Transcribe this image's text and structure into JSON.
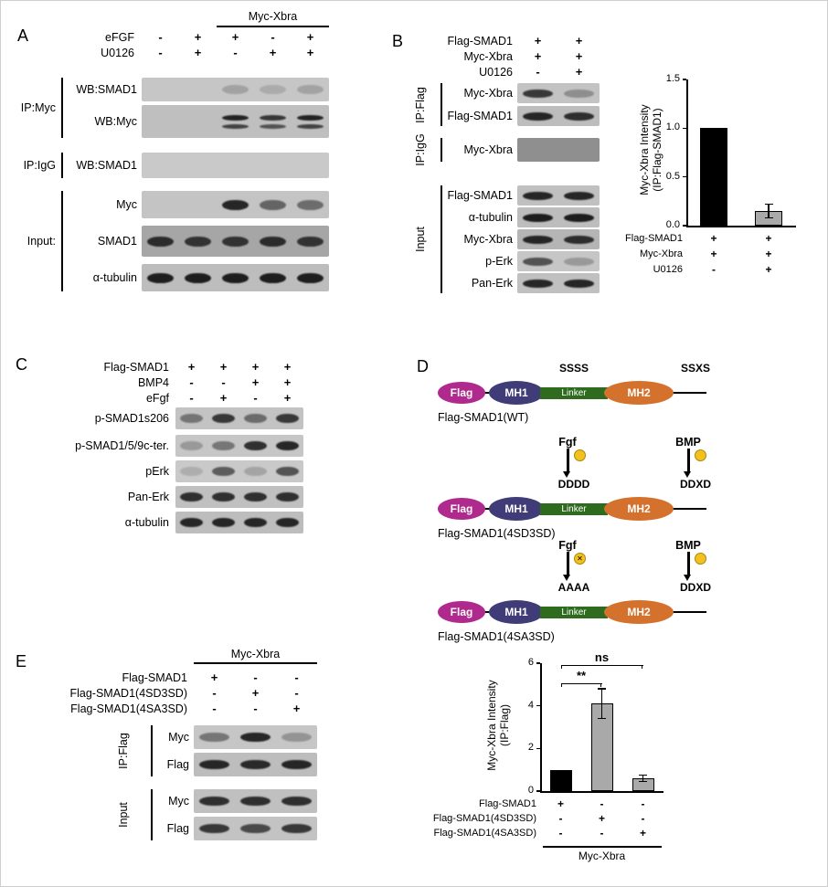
{
  "figure": {
    "bg": "#ffffff",
    "border": "#cfcfcf"
  },
  "panelA": {
    "label": "A",
    "group_header": "Myc-Xbra",
    "conditions": [
      {
        "name": "eFGF",
        "values": [
          "-",
          "+",
          "+",
          "-",
          "+"
        ]
      },
      {
        "name": "U0126",
        "values": [
          "-",
          "+",
          "-",
          "+",
          "+"
        ]
      }
    ],
    "groups": [
      {
        "name": "IP:Myc",
        "rows": [
          {
            "label": "WB:SMAD1",
            "bg": "#c6c6c6",
            "bands": [
              0,
              0,
              0.2,
              0.15,
              0.2
            ]
          },
          {
            "label": "WB:Myc",
            "bg": "#bfbfbf",
            "double": true,
            "bands": [
              0,
              0,
              0.92,
              0.8,
              0.92
            ]
          }
        ]
      },
      {
        "name": "IP:IgG",
        "rows": [
          {
            "label": "WB:SMAD1",
            "bg": "#c9c9c9",
            "bands": [
              0,
              0,
              0,
              0,
              0
            ]
          }
        ]
      },
      {
        "name": "Input:",
        "rows": [
          {
            "label": "Myc",
            "bg": "#c4c4c4",
            "bands": [
              0,
              0,
              0.9,
              0.55,
              0.5
            ]
          },
          {
            "label": "SMAD1",
            "bg": "#a6a6a6",
            "bands": [
              0.85,
              0.8,
              0.8,
              0.85,
              0.8
            ]
          },
          {
            "label": "α-tubulin",
            "bg": "#bdbdbd",
            "bands": [
              0.95,
              0.95,
              0.95,
              0.95,
              0.95
            ]
          }
        ]
      }
    ]
  },
  "panelB": {
    "label": "B",
    "conditions": [
      {
        "name": "Flag-SMAD1",
        "values": [
          "+",
          "+"
        ]
      },
      {
        "name": "Myc-Xbra",
        "values": [
          "+",
          "+"
        ]
      },
      {
        "name": "U0126",
        "values": [
          "-",
          "+"
        ]
      }
    ],
    "groups": [
      {
        "name": "IP:Flag",
        "rows": [
          {
            "label": "Myc-Xbra",
            "bg": "#c3c3c3",
            "bands": [
              0.8,
              0.3
            ]
          },
          {
            "label": "Flag-SMAD1",
            "bg": "#bdbdbd",
            "bands": [
              0.9,
              0.85
            ]
          }
        ]
      },
      {
        "name": "IP:IgG",
        "rows": [
          {
            "label": "Myc-Xbra",
            "bg": "#8f8f8f",
            "bands": [
              0,
              0
            ]
          }
        ]
      },
      {
        "name": "Input",
        "rows": [
          {
            "label": "Flag-SMAD1",
            "bg": "#c0c0c0",
            "bands": [
              0.9,
              0.9
            ]
          },
          {
            "label": "α-tubulin",
            "bg": "#bdbdbd",
            "bands": [
              0.95,
              0.95
            ]
          },
          {
            "label": "Myc-Xbra",
            "bg": "#b5b5b5",
            "bands": [
              0.9,
              0.85
            ]
          },
          {
            "label": "p-Erk",
            "bg": "#c6c6c6",
            "bands": [
              0.65,
              0.25
            ]
          },
          {
            "label": "Pan-Erk",
            "bg": "#c0c0c0",
            "bands": [
              0.9,
              0.9
            ]
          }
        ]
      }
    ]
  },
  "panelC": {
    "label": "C",
    "conditions": [
      {
        "name": "Flag-SMAD1",
        "values": [
          "+",
          "+",
          "+",
          "+"
        ]
      },
      {
        "name": "BMP4",
        "values": [
          "-",
          "-",
          "+",
          "+"
        ]
      },
      {
        "name": "eFgf",
        "values": [
          "-",
          "+",
          "-",
          "+"
        ]
      }
    ],
    "rows": [
      {
        "label": "p-SMAD1s206",
        "bg": "#c3c3c3",
        "bands": [
          0.45,
          0.8,
          0.5,
          0.8
        ]
      },
      {
        "label": "p-SMAD1/5/9c-ter.",
        "bg": "#c6c6c6",
        "bands": [
          0.25,
          0.45,
          0.85,
          0.9
        ]
      },
      {
        "label": "pErk",
        "bg": "#c9c9c9",
        "bands": [
          0.15,
          0.6,
          0.2,
          0.65
        ]
      },
      {
        "label": "Pan-Erk",
        "bg": "#c0c0c0",
        "bands": [
          0.85,
          0.85,
          0.85,
          0.85
        ]
      },
      {
        "label": "α-tubulin",
        "bg": "#bdbdbd",
        "bands": [
          0.9,
          0.9,
          0.9,
          0.9
        ]
      }
    ]
  },
  "panelD": {
    "label": "D",
    "shape_labels": {
      "flag": "Flag",
      "mh1": "MH1",
      "linker": "Linker",
      "mh2": "MH2"
    },
    "colors": {
      "flag": "#b0298c",
      "mh1": "#3f3c77",
      "linker": "#2f6b1e",
      "mh2": "#d4712c",
      "phos": "#f2c11d"
    },
    "constructs": [
      {
        "name": "Flag-SMAD1(WT)",
        "linker_motif": "SSSS",
        "cterm_motif": "SSXS"
      },
      {
        "name": "Flag-SMAD1(4SD3SD)",
        "linker_motif": "DDDD",
        "cterm_motif": "DDXD",
        "fgf_label": "Fgf",
        "fgf_mark": "",
        "bmp_label": "BMP",
        "bmp_mark": ""
      },
      {
        "name": "Flag-SMAD1(4SA3SD)",
        "linker_motif": "AAAA",
        "cterm_motif": "DDXD",
        "fgf_label": "Fgf",
        "fgf_mark": "✕",
        "bmp_label": "BMP",
        "bmp_mark": ""
      }
    ]
  },
  "panelE": {
    "label": "E",
    "group_header": "Myc-Xbra",
    "conditions": [
      {
        "name": "Flag-SMAD1",
        "values": [
          "+",
          "-",
          "-"
        ]
      },
      {
        "name": "Flag-SMAD1(4SD3SD)",
        "values": [
          "-",
          "+",
          "-"
        ]
      },
      {
        "name": "Flag-SMAD1(4SA3SD)",
        "values": [
          "-",
          "-",
          "+"
        ]
      }
    ],
    "groups": [
      {
        "name": "IP:Flag",
        "rows": [
          {
            "label": "Myc",
            "bg": "#c6c6c6",
            "bands": [
              0.45,
              0.9,
              0.28
            ]
          },
          {
            "label": "Flag",
            "bg": "#bdbdbd",
            "bands": [
              0.9,
              0.88,
              0.9
            ]
          }
        ]
      },
      {
        "name": "Input",
        "rows": [
          {
            "label": "Myc",
            "bg": "#c0c0c0",
            "bands": [
              0.85,
              0.85,
              0.85
            ]
          },
          {
            "label": "Flag",
            "bg": "#c3c3c3",
            "bands": [
              0.8,
              0.7,
              0.8
            ]
          }
        ]
      }
    ]
  },
  "chart_data": [
    {
      "type": "bar",
      "title": "",
      "ylabel": "Myc-Xbra Intensity (IP:Flag-SMAD1)",
      "ylabel_lines": [
        "Myc-Xbra Intensity",
        "(IP:Flag-SMAD1)"
      ],
      "ylim": [
        0,
        1.5
      ],
      "yticks": [
        "0.0",
        "0.5",
        "1.0",
        "1.5"
      ],
      "grid": false,
      "legend": "none",
      "categories": [
        "Flag-SMAD1 + Myc-Xbra",
        "Flag-SMAD1 + Myc-Xbra + U0126"
      ],
      "values": [
        1.0,
        0.15
      ],
      "errors": [
        0,
        0.07
      ],
      "bar_colors": [
        "#000000",
        "#a9a9a9"
      ],
      "x_table": [
        {
          "name": "Flag-SMAD1",
          "values": [
            "+",
            "+"
          ]
        },
        {
          "name": "Myc-Xbra",
          "values": [
            "+",
            "+"
          ]
        },
        {
          "name": "U0126",
          "values": [
            "-",
            "+"
          ]
        }
      ]
    },
    {
      "type": "bar",
      "title": "",
      "ylabel": "Myc-Xbra Intensity (IP:Flag)",
      "ylabel_lines": [
        "Myc-Xbra Intensity",
        "(IP:Flag)"
      ],
      "ylim": [
        0,
        6
      ],
      "yticks": [
        "0",
        "2",
        "4",
        "6"
      ],
      "grid": false,
      "legend": "none",
      "categories": [
        "Flag-SMAD1",
        "Flag-SMAD1(4SD3SD)",
        "Flag-SMAD1(4SA3SD)"
      ],
      "values": [
        1.0,
        4.1,
        0.6
      ],
      "errors": [
        0,
        0.7,
        0.15
      ],
      "bar_colors": [
        "#000000",
        "#a9a9a9",
        "#a9a9a9"
      ],
      "annotations": [
        {
          "label": "**",
          "from": 0,
          "to": 1
        },
        {
          "label": "ns",
          "from": 0,
          "to": 2
        }
      ],
      "x_table": [
        {
          "name": "Flag-SMAD1",
          "values": [
            "+",
            "-",
            "-"
          ]
        },
        {
          "name": "Flag-SMAD1(4SD3SD)",
          "values": [
            "-",
            "+",
            "-"
          ]
        },
        {
          "name": "Flag-SMAD1(4SA3SD)",
          "values": [
            "-",
            "-",
            "+"
          ]
        }
      ],
      "x_group": "Myc-Xbra"
    }
  ]
}
